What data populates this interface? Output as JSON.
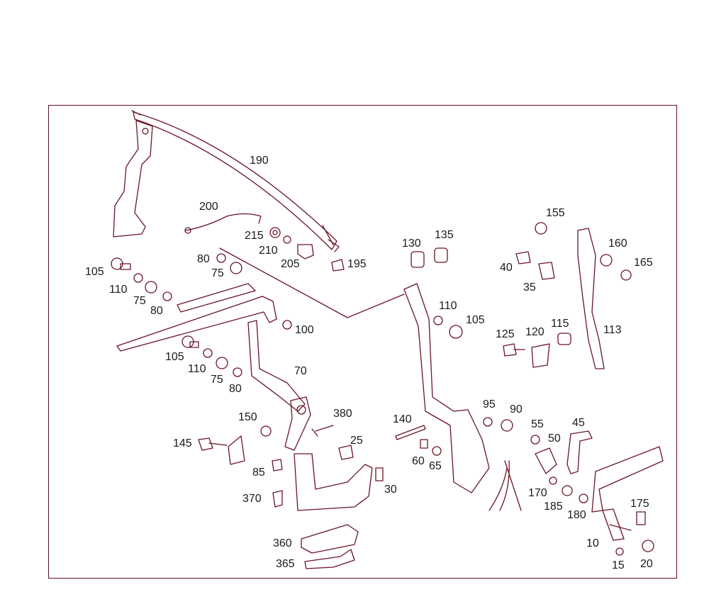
{
  "diagram": {
    "line_color": "#6b1424",
    "labels": [
      "190",
      "200",
      "215",
      "210",
      "205",
      "195",
      "80",
      "75",
      "105",
      "110",
      "75",
      "80",
      "100",
      "105",
      "110",
      "75",
      "80",
      "70",
      "150",
      "380",
      "145",
      "25",
      "85",
      "30",
      "370",
      "360",
      "365",
      "130",
      "135",
      "110",
      "105",
      "155",
      "40",
      "35",
      "160",
      "165",
      "115",
      "120",
      "125",
      "113",
      "140",
      "95",
      "90",
      "55",
      "50",
      "45",
      "60",
      "65",
      "170",
      "185",
      "180",
      "175",
      "10",
      "15",
      "20"
    ]
  }
}
